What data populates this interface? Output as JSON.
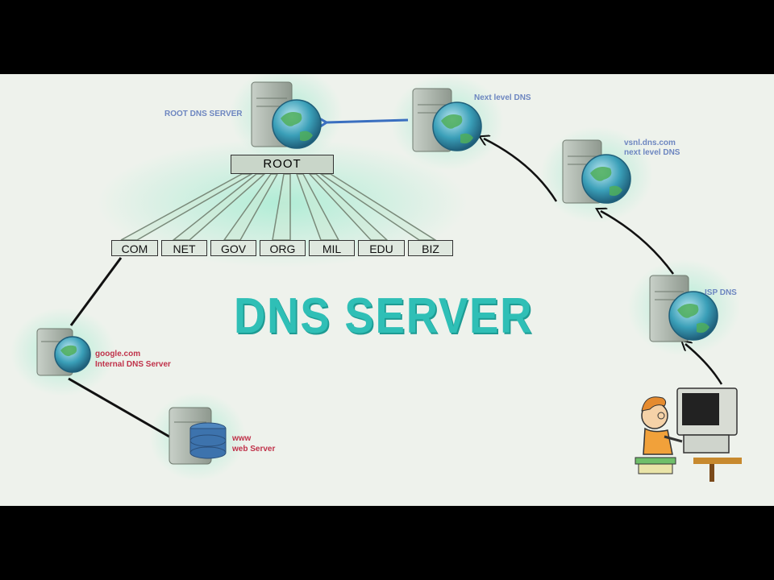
{
  "title": "DNS SERVER",
  "root_label": "ROOT",
  "tlds": [
    "COM",
    "NET",
    "GOV",
    "ORG",
    "MIL",
    "EDU",
    "BIZ"
  ],
  "servers": {
    "root": {
      "label": "ROOT DNS SERVER"
    },
    "next_level": {
      "label": "Next level DNS"
    },
    "vsnl": {
      "label_line1": "vsnl.dns.com",
      "label_line2": "next level DNS"
    },
    "isp": {
      "label": "ISP DNS"
    },
    "google": {
      "label_line1": "google.com",
      "label_line2": "Internal DNS Server"
    },
    "web": {
      "label_line1": "www",
      "label_line2": "web Server"
    }
  },
  "colors": {
    "accent": "#2fbfb6",
    "glow": "#7fe8c4",
    "arrow_blue": "#3a6fc0",
    "red_label": "#c0324a"
  }
}
